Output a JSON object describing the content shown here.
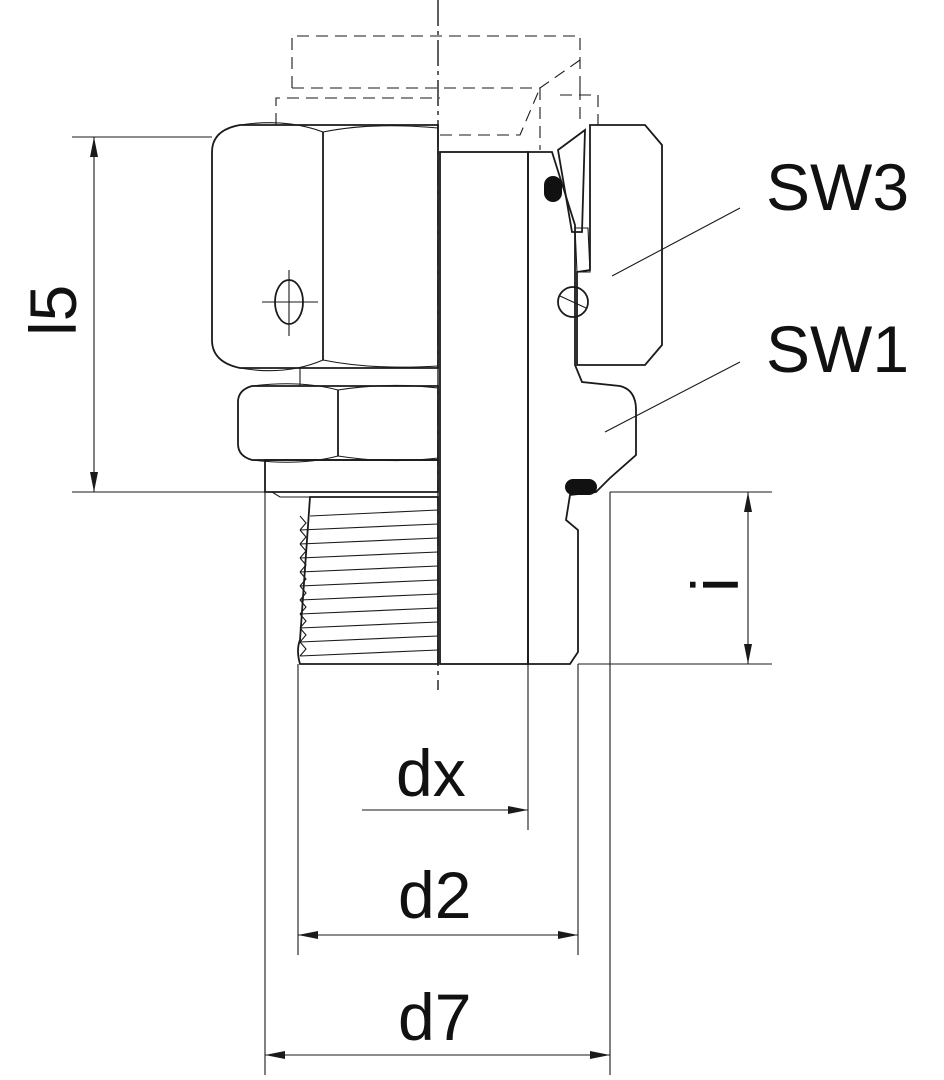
{
  "labels": {
    "sw3": "SW3",
    "sw1": "SW1",
    "l5": "l5",
    "i": "i",
    "dx": "dx",
    "d2": "d2",
    "d7": "d7"
  },
  "colors": {
    "line": "#1a1a1a",
    "section_fill": "#c9c9c9",
    "bore_fill": "#e6e6e6",
    "background": "#ffffff"
  }
}
